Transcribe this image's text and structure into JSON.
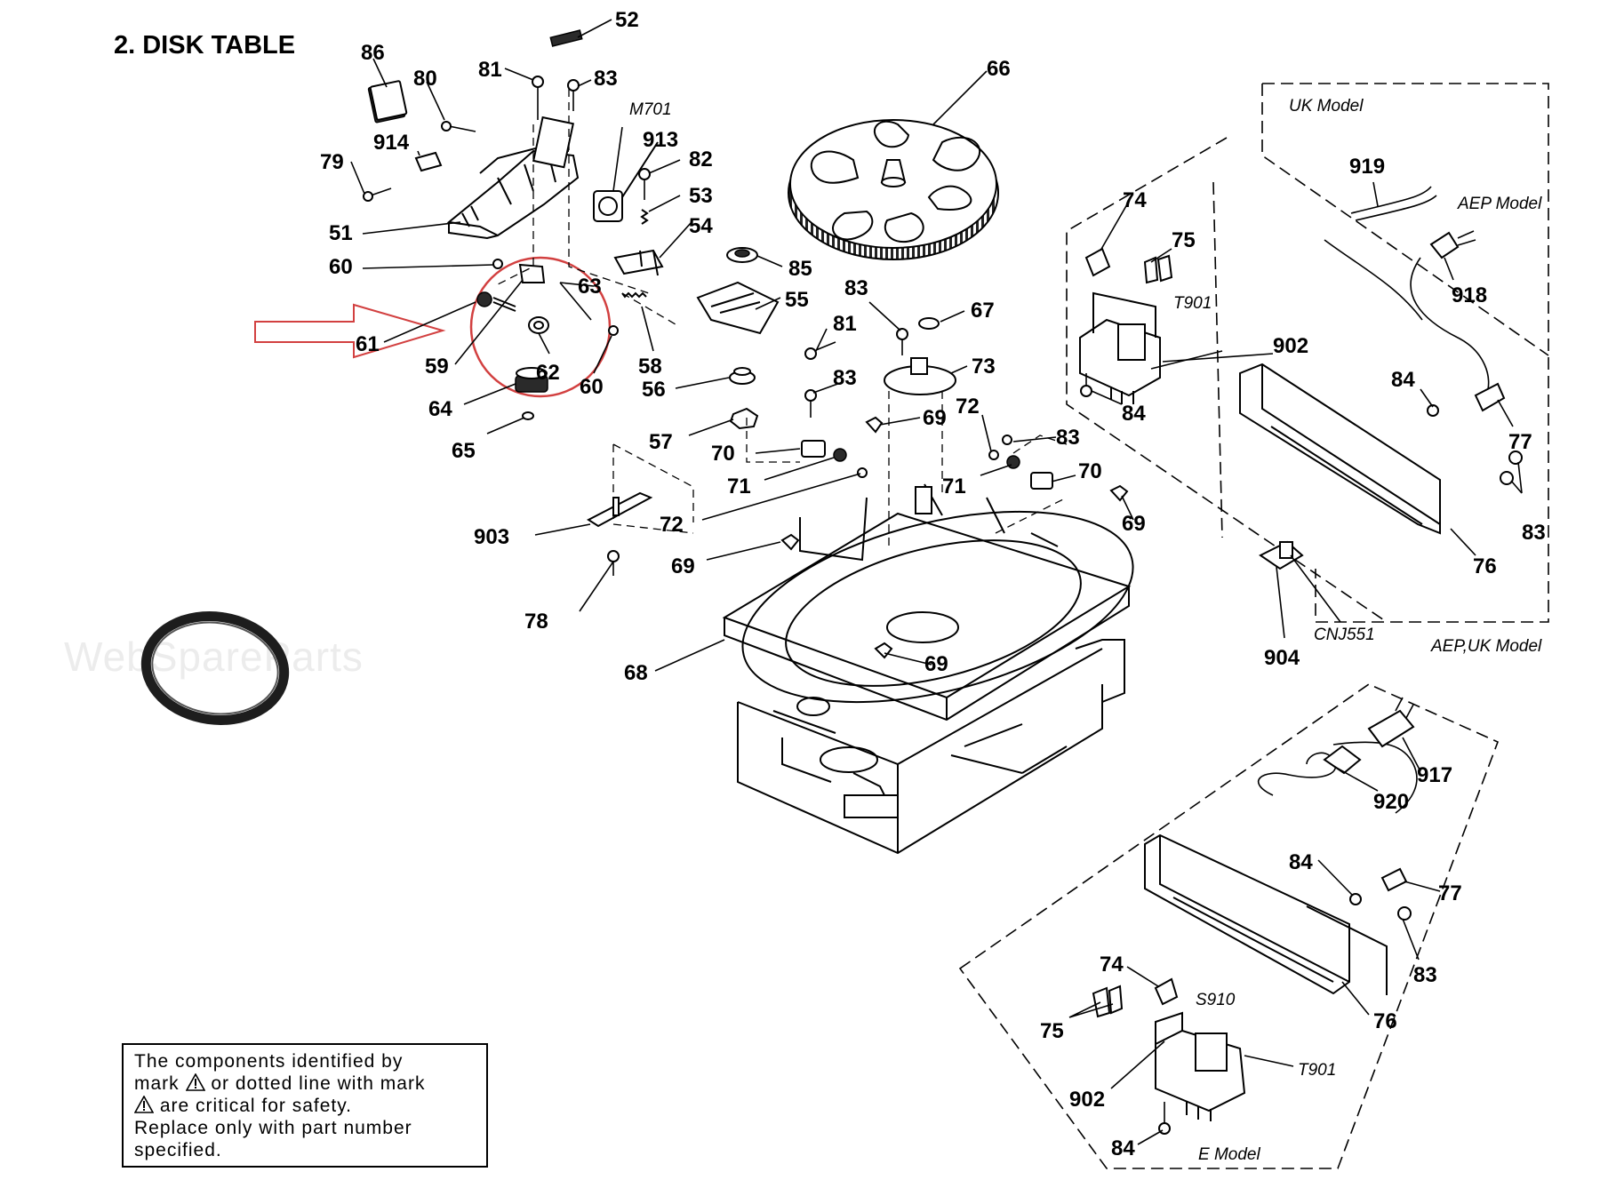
{
  "title": "2.  DISK TABLE",
  "watermark": "WebSpareParts",
  "labels": {
    "p52": "52",
    "p86": "86",
    "p80": "80",
    "p81a": "81",
    "p83a": "83",
    "pM701": "M701",
    "p913": "913",
    "p914": "914",
    "p79": "79",
    "p82": "82",
    "p53": "53",
    "p54": "54",
    "p51": "51",
    "p60a": "60",
    "p63": "63",
    "p61": "61",
    "p59": "59",
    "p62": "62",
    "p60b": "60",
    "p58": "58",
    "p64": "64",
    "p65": "65",
    "p66": "66",
    "p85": "85",
    "p55": "55",
    "p83b": "83",
    "p67": "67",
    "p81b": "81",
    "p73": "73",
    "p56": "56",
    "p83c": "83",
    "p57": "57",
    "p69a": "69",
    "p72a": "72",
    "p83d": "83",
    "p70a": "70",
    "p71a": "71",
    "p71b": "71",
    "p70b": "70",
    "p72b": "72",
    "p69b": "69",
    "p903": "903",
    "p69c": "69",
    "p78": "78",
    "p68": "68",
    "p69d": "69",
    "p74a": "74",
    "p75a": "75",
    "pT901a": "T901",
    "p902a": "902",
    "p84a": "84",
    "p919": "919",
    "p918": "918",
    "p84b": "84",
    "p77a": "77",
    "p83e": "83",
    "p76a": "76",
    "p904": "904",
    "pCNJ551": "CNJ551",
    "p917": "917",
    "p920": "920",
    "p84c": "84",
    "p77b": "77",
    "p83f": "83",
    "p74b": "74",
    "pS910": "S910",
    "p76b": "76",
    "p75b": "75",
    "p902b": "902",
    "pT901b": "T901",
    "p84d": "84"
  },
  "models": {
    "uk": "UK  Model",
    "aep": "AEP  Model",
    "aep_uk": "AEP,UK  Model",
    "e": "E  Model"
  },
  "safety_note": {
    "line1": "The   components   identified   by",
    "line2a": "mark",
    "line2b": "or dotted line with mark",
    "line3": "are critical for safety.",
    "line4": "Replace  only  with  part  number",
    "line5": "specified."
  }
}
